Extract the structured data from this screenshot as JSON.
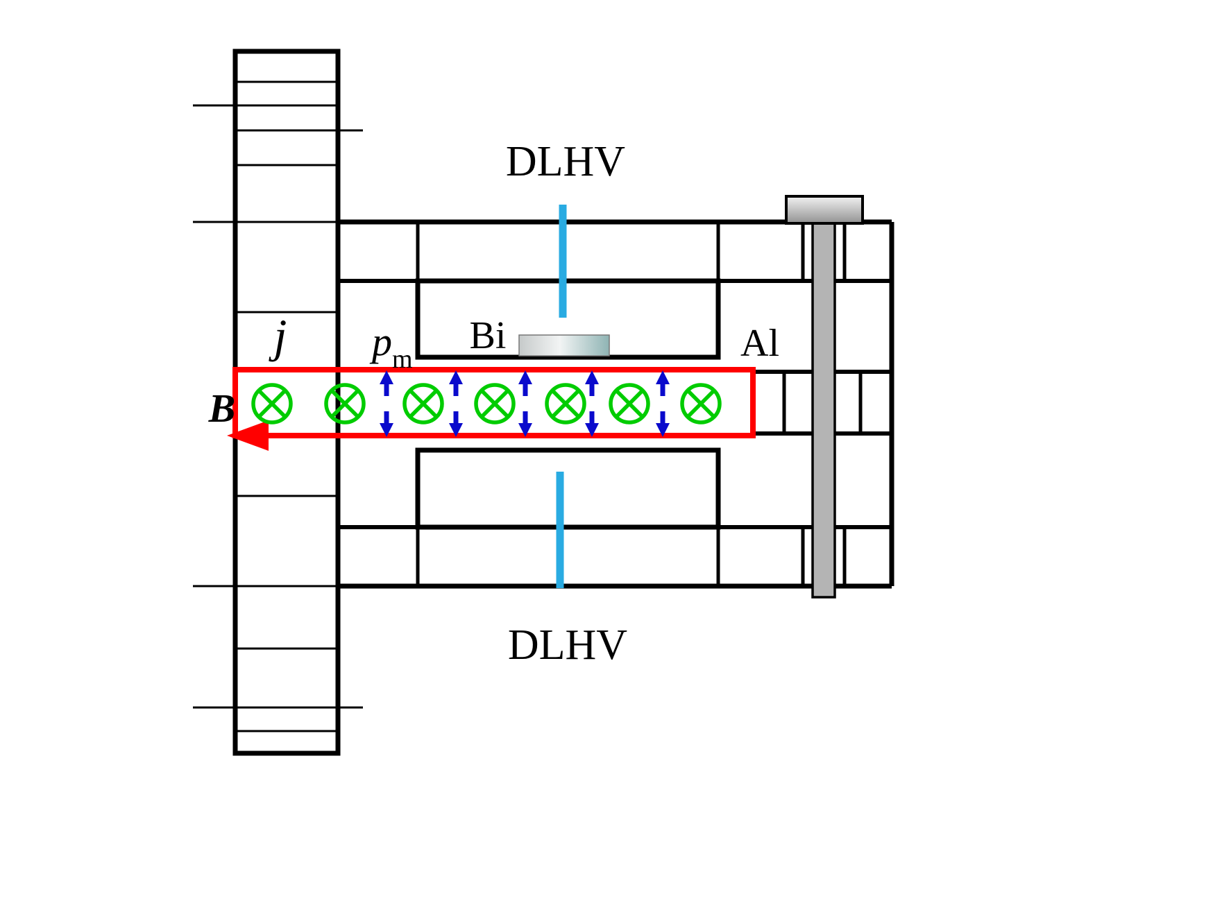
{
  "diagram": {
    "labels": {
      "beam_top": "DLHV",
      "beam_bottom": "DLHV",
      "sample": "Bi",
      "plate": "Al",
      "current_density": "j",
      "moment_main": "p",
      "moment_sub": "m",
      "field": "B"
    },
    "colors": {
      "outline": "#000000",
      "channel": "#ff0000",
      "field_symbol": "#00cc00",
      "moment_arrow": "#0a0acc",
      "beam": "#29abe2",
      "background": "#ffffff"
    },
    "field_symbols_count": 7,
    "moment_arrow_pairs": 5
  }
}
